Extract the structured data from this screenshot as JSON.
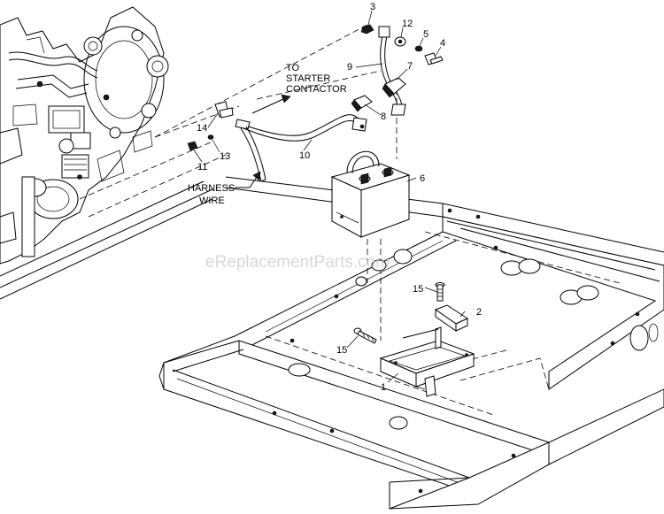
{
  "callouts": [
    {
      "id": "c1",
      "label": "1"
    },
    {
      "id": "c2",
      "label": "2"
    },
    {
      "id": "c3",
      "label": "3"
    },
    {
      "id": "c4",
      "label": "4"
    },
    {
      "id": "c5",
      "label": "5"
    },
    {
      "id": "c6",
      "label": "6"
    },
    {
      "id": "c7",
      "label": "7"
    },
    {
      "id": "c8",
      "label": "8"
    },
    {
      "id": "c9",
      "label": "9"
    },
    {
      "id": "c10",
      "label": "10"
    },
    {
      "id": "c11",
      "label": "11"
    },
    {
      "id": "c12",
      "label": "12"
    },
    {
      "id": "c13",
      "label": "13"
    },
    {
      "id": "c14",
      "label": "14"
    },
    {
      "id": "c15a",
      "label": "15"
    },
    {
      "id": "c15b",
      "label": "15"
    }
  ],
  "notes": {
    "starter_line1": "TO",
    "starter_line2": "STARTER",
    "starter_line3": "CONTACTOR",
    "harness_line1": "HARNESS",
    "harness_line2": "WIRE"
  },
  "watermark": "eReplacementParts.com"
}
